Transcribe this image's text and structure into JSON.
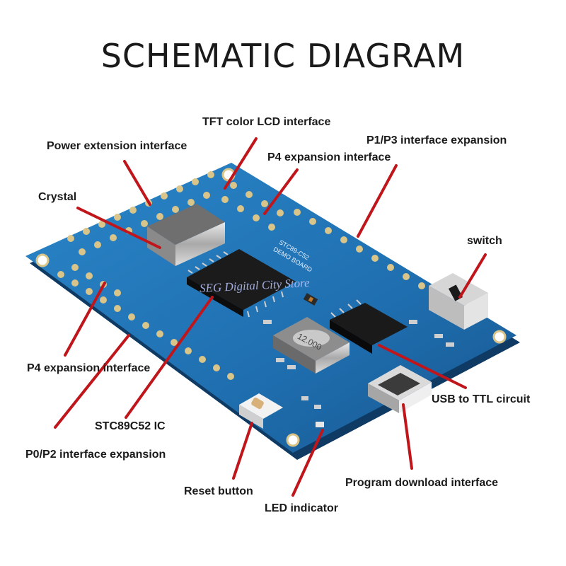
{
  "title": "SCHEMATIC DIAGRAM",
  "watermark": "SEG Digital City Store",
  "colors": {
    "leader": "#c0161b",
    "pcb": "#1f6fb0",
    "pcb_dark": "#174f85",
    "text": "#1a1a1a"
  },
  "labels": {
    "tft": "TFT color LCD interface",
    "power": "Power extension interface",
    "p1p3": "P1/P3 interface expansion",
    "p4_top": "P4 expansion interface",
    "crystal": "Crystal",
    "switch": "switch",
    "p4_left": "P4 expansion interface",
    "usb_ttl": "USB to TTL circuit",
    "stc": "STC89C52 IC",
    "p0p2": "P0/P2 interface expansion",
    "program": "Program download interface",
    "reset": "Reset button",
    "led": "LED indicator"
  },
  "board_text": {
    "crystal_mark": "12.000",
    "silk_1": "STC89-C52",
    "silk_2": "DEMO BOARD"
  }
}
